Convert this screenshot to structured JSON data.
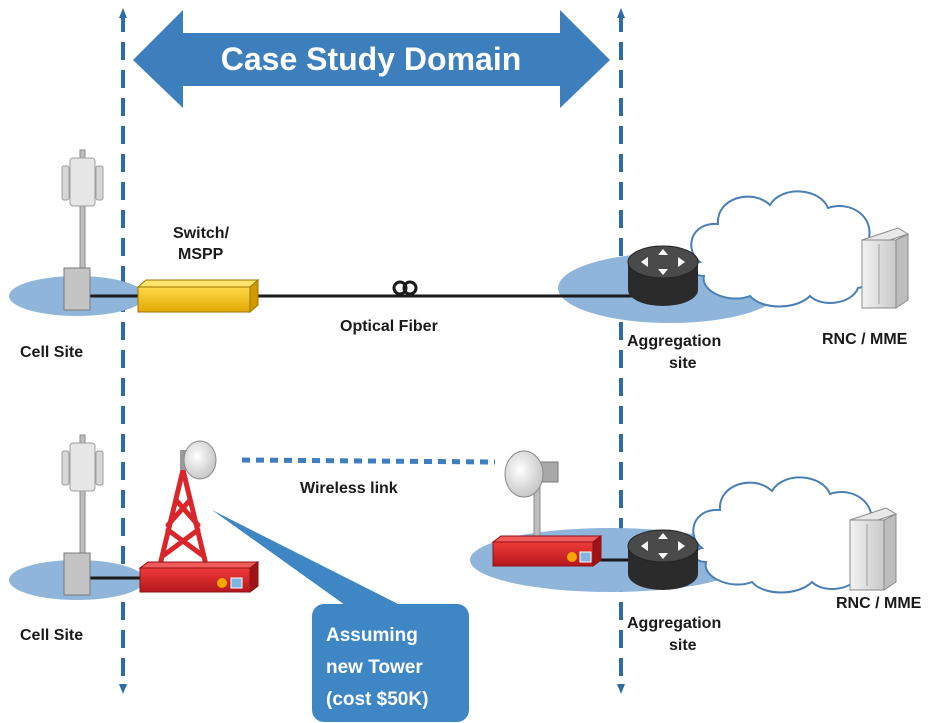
{
  "title": "Case Study Domain",
  "colors": {
    "banner": "#3d7ebc",
    "boundary": "#2e6da4",
    "ellipse": "#8fb6da",
    "mspp": "#f2c20f",
    "radio_red": "#d9262b",
    "router": "#3a3a3a",
    "callout": "#3f86c5"
  },
  "top_row": {
    "cell_site_label": "Cell Site",
    "switch_label_line1": "Switch/",
    "switch_label_line2": "MSPP",
    "fiber_label": "Optical Fiber",
    "aggregation_line1": "Aggregation",
    "aggregation_line2": "site",
    "rnc_label": "RNC / MME"
  },
  "bottom_row": {
    "cell_site_label": "Cell Site",
    "wireless_label": "Wireless link",
    "aggregation_line1": "Aggregation",
    "aggregation_line2": "site",
    "rnc_label": "RNC / MME"
  },
  "callout": {
    "line1": "Assuming",
    "line2": "new Tower",
    "line3": "(cost $50K)"
  }
}
